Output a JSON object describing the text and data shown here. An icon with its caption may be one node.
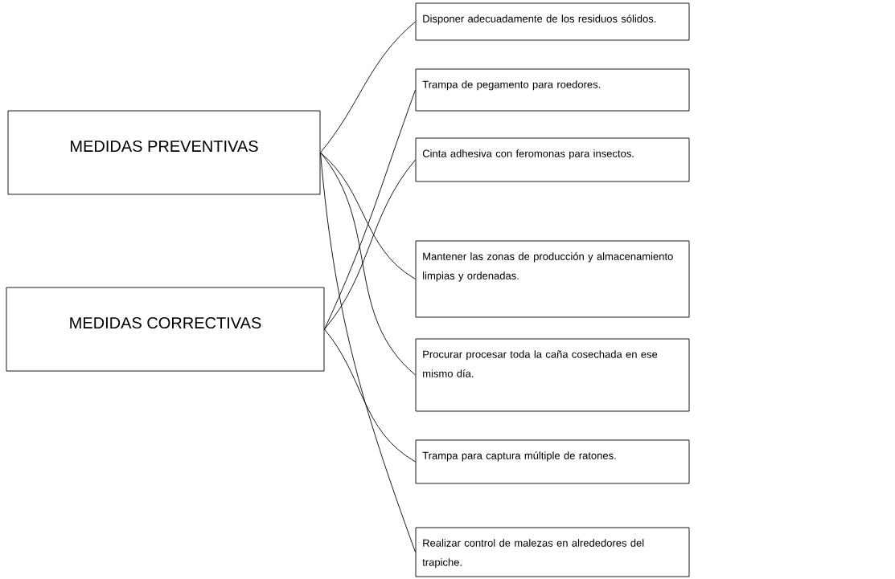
{
  "diagram": {
    "nodes": [
      {
        "text": [
          "MEDIDAS PREVENTIVAS"
        ]
      },
      {
        "text": [
          "MEDIDAS CORRECTIVAS"
        ]
      },
      {
        "text": [
          "Disponer adecuadamente de los residuos sólidos."
        ]
      },
      {
        "text": [
          "Trampa de pegamento para roedores."
        ]
      },
      {
        "text": [
          "Cinta adhesiva con feromonas para insectos."
        ]
      },
      {
        "text": [
          "Mantener las zonas de producción y almacenamiento limpias y ordenadas."
        ]
      },
      {
        "text": [
          "Procurar procesar toda la caña cosechada en ese mismo día."
        ]
      },
      {
        "text": [
          "Trampa para captura múltiple de ratones."
        ]
      },
      {
        "text": [
          "Realizar control de malezas en alrededores del trapiche."
        ]
      }
    ],
    "edges": [
      {
        "from": 0,
        "to": 2,
        "arrow": "none"
      },
      {
        "from": 0,
        "to": 5,
        "arrow": "none"
      },
      {
        "from": 0,
        "to": 6,
        "arrow": "none"
      },
      {
        "from": 0,
        "to": 8,
        "arrow": "none"
      },
      {
        "from": 1,
        "to": 3,
        "arrow": "none"
      },
      {
        "from": 1,
        "to": 4,
        "arrow": "none"
      },
      {
        "from": 1,
        "to": 7,
        "arrow": "none"
      }
    ]
  }
}
